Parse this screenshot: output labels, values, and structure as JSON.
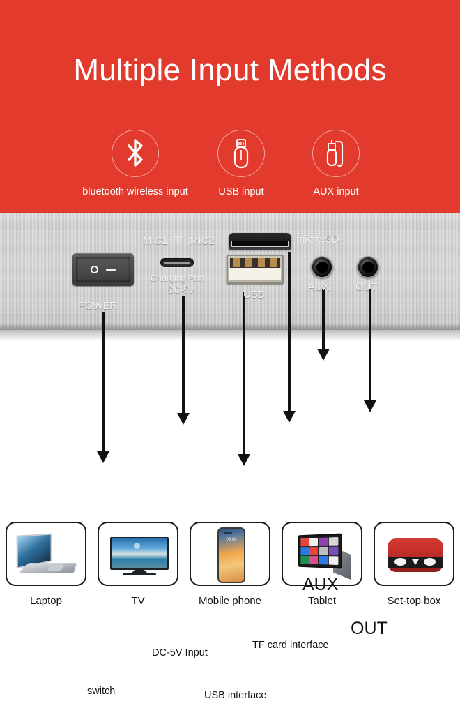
{
  "hero": {
    "title": "Multiple Input Methods",
    "background_color": "#e23b2e",
    "input_methods": [
      {
        "icon": "bluetooth-icon",
        "label": "bluetooth wireless input"
      },
      {
        "icon": "usb-drive-icon",
        "label": "USB input"
      },
      {
        "icon": "aux-plug-icon",
        "label": "AUX input"
      }
    ]
  },
  "panel": {
    "labels": {
      "power": "POWER",
      "mic1": "MIC1",
      "mic2": "MIC2",
      "charging_port": "Charging Port",
      "charging_voltage": "DC-5V",
      "usb": "USB",
      "micro_sd": "micro SD",
      "aux": "AUX",
      "out": "OUT"
    }
  },
  "callouts": [
    {
      "label": "switch"
    },
    {
      "label": "DC-5V Input"
    },
    {
      "label": "USB interface"
    },
    {
      "label": "TF card interface"
    },
    {
      "label": "AUX"
    },
    {
      "label": "OUT"
    }
  ],
  "devices": [
    {
      "icon": "laptop-icon",
      "label": "Laptop"
    },
    {
      "icon": "tv-icon",
      "label": "TV"
    },
    {
      "icon": "mobile-phone-icon",
      "label": "Mobile phone"
    },
    {
      "icon": "tablet-icon",
      "label": "Tablet"
    },
    {
      "icon": "set-top-box-icon",
      "label": "Set-top box"
    }
  ],
  "phone_screen": {
    "time": "08:08"
  }
}
